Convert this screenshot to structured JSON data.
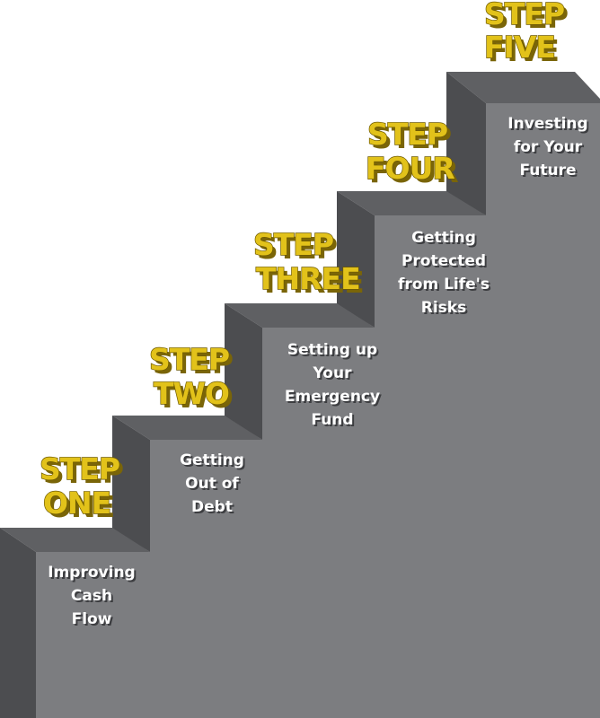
{
  "steps": [
    {
      "title_line1": "STEP",
      "title_line2": "ONE",
      "label_lines": [
        "Improving",
        "Cash",
        "Flow"
      ]
    },
    {
      "title_line1": "STEP",
      "title_line2": "TWO",
      "label_lines": [
        "Getting",
        "Out of",
        "Debt"
      ]
    },
    {
      "title_line1": "STEP",
      "title_line2": "THREE",
      "label_lines": [
        "Setting up",
        "Your",
        "Emergency",
        "Fund"
      ]
    },
    {
      "title_line1": "STEP",
      "title_line2": "FOUR",
      "label_lines": [
        "Getting",
        "Protected",
        "from Life's",
        "Risks"
      ]
    },
    {
      "title_line1": "STEP",
      "title_line2": "FIVE",
      "label_lines": [
        "Investing",
        "for Your",
        "Future"
      ]
    }
  ],
  "colors": {
    "front": "#7c7d80",
    "top": "#5f6063",
    "side": "#4c4d50",
    "gold": "#e2c21a"
  }
}
